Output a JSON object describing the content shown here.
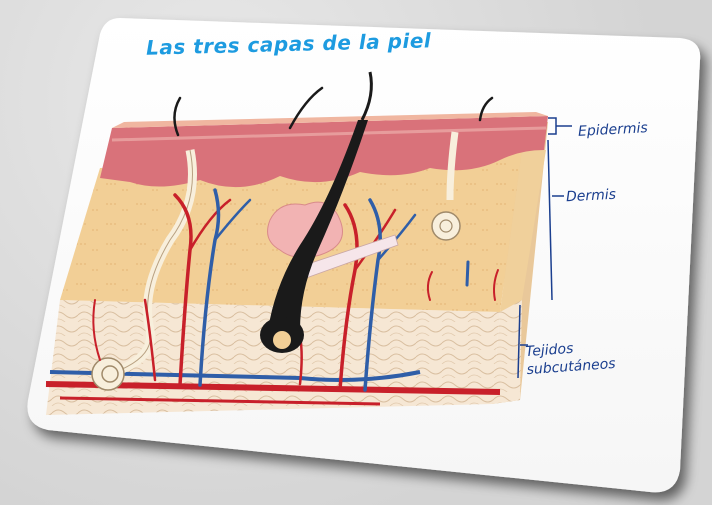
{
  "title": "Las tres capas de la piel",
  "labels": {
    "epidermis": "Epidermis",
    "dermis": "Dermis",
    "subcutaneous_line1": "Tejidos",
    "subcutaneous_line2": "subcutáneos"
  },
  "colors": {
    "title": "#1d9be0",
    "labels": "#1b3f8f",
    "epidermis": "#d9727a",
    "dermis": "#f2d29a",
    "subcutaneous": "#f5e6d2",
    "artery": "#c8202a",
    "vein": "#2f5ea8"
  }
}
